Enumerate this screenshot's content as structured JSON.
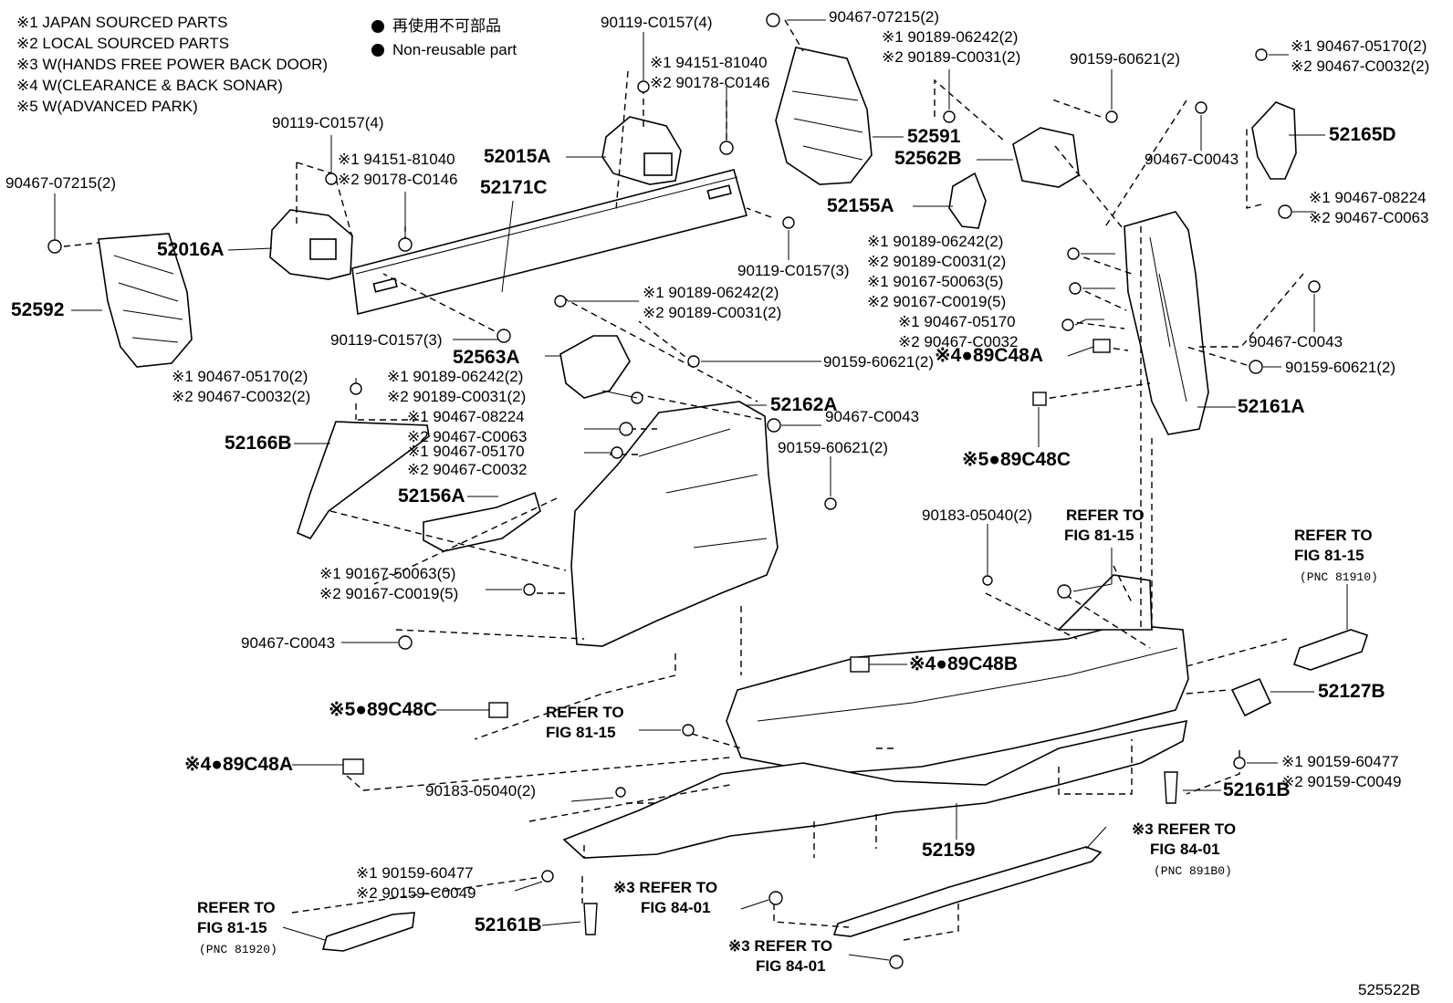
{
  "legend": {
    "items": [
      "※1 JAPAN SOURCED PARTS",
      "※2 LOCAL SOURCED PARTS",
      "※3 W(HANDS FREE POWER BACK DOOR)",
      "※4 W(CLEARANCE & BACK SONAR)",
      "※5 W(ADVANCED PARK)"
    ],
    "nonreusable_jp": "再使用不可部品",
    "nonreusable_en": "Non-reusable part"
  },
  "labels": {
    "l1": "90119-C0157(4)",
    "l2": "90467-07215(2)",
    "l3a": "※1 90189-06242(2)",
    "l3b": "※2 90189-C0031(2)",
    "l4": "90159-60621(2)",
    "l5a": "※1 90467-05170(2)",
    "l5b": "※2 90467-C0032(2)",
    "l6a": "※1 94151-81040",
    "l6b": "※2 90178-C0146",
    "l7": "90119-C0157(4)",
    "l8a": "※1 94151-81040",
    "l8b": "※2 90178-C0146",
    "l9": "90467-07215(2)",
    "l10": "90467-C0043",
    "l11a": "※1 90467-08224",
    "l11b": "※2 90467-C0063",
    "l12": "90119-C0157(3)",
    "l13a": "※1 90189-06242(2)",
    "l13b": "※2 90189-C0031(2)",
    "l14a": "※1 90167-50063(5)",
    "l14b": "※2 90167-C0019(5)",
    "l15a": "※1 90467-05170",
    "l15b": "※2 90467-C0032",
    "l16": "90119-C0157(3)",
    "l17a": "※1 90189-06242(2)",
    "l17b": "※2 90189-C0031(2)",
    "l18": "90159-60621(2)",
    "l19": "90467-C0043",
    "l20": "90159-60621(2)",
    "l21a": "※1 90467-05170(2)",
    "l21b": "※2 90467-C0032(2)",
    "l22a": "※1 90189-06242(2)",
    "l22b": "※2 90189-C0031(2)",
    "l23a": "※1 90467-08224",
    "l23b": "※2 90467-C0063",
    "l24a": "※1 90467-05170",
    "l24b": "※2 90467-C0032",
    "l25": "90467-C0043",
    "l26": "90159-60621(2)",
    "l27": "90183-05040(2)",
    "l28a": "※1 90167-50063(5)",
    "l28b": "※2 90167-C0019(5)",
    "l29": "90467-C0043",
    "l30": "90183-05040(2)",
    "l31a": "※1 90159-60477",
    "l31b": "※2 90159-C0049",
    "l32a": "※1 90159-60477",
    "l32b": "※2 90159-C0049"
  },
  "parts": {
    "p52015A": "52015A",
    "p52171C": "52171C",
    "p52016A": "52016A",
    "p52592": "52592",
    "p52591": "52591",
    "p52562B": "52562B",
    "p52155A": "52155A",
    "p52165D": "52165D",
    "p52563A": "52563A",
    "p52162A": "52162A",
    "p52166B": "52166B",
    "p52156A": "52156A",
    "p52161A": "52161A",
    "p89C48A_r": "※4●89C48A",
    "p89C48C_r": "※5●89C48C",
    "p89C48B": "※4●89C48B",
    "p89C48C_l": "※5●89C48C",
    "p89C48A_l": "※4●89C48A",
    "p52127B": "52127B",
    "p52161B_r": "52161B",
    "p52159": "52159",
    "p52161B_l": "52161B"
  },
  "refs": {
    "r1a": "REFER TO",
    "r1b": "FIG 81-15",
    "r2a": "REFER TO",
    "r2b": "FIG 81-15",
    "r2c": "(PNC 81910)",
    "r3a": "REFER TO",
    "r3b": "FIG 81-15",
    "r4a": "※3 REFER TO",
    "r4b": "FIG 84-01",
    "r4c": "(PNC 891B0)",
    "r5a": "REFER TO",
    "r5b": "FIG 81-15",
    "r5c": "(PNC 81920)",
    "r6a": "※3 REFER TO",
    "r6b": "FIG 84-01",
    "r7a": "※3 REFER TO",
    "r7b": "FIG 84-01"
  },
  "diagram_id": "525522B"
}
